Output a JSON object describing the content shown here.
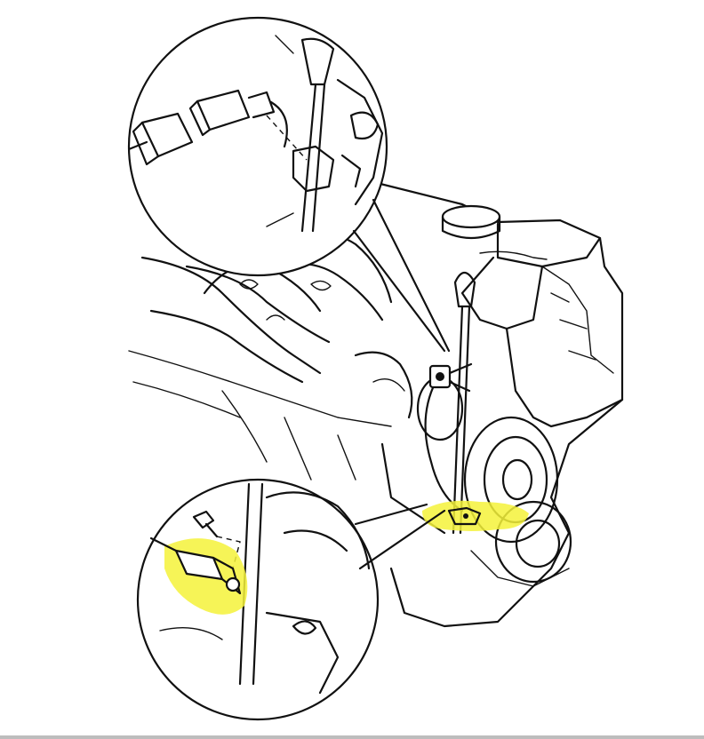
{
  "figure": {
    "kind": "engine-sensor-location-illustration",
    "colors": {
      "line": "#111111",
      "background": "#ffffff",
      "highlight": "#f4f23a"
    },
    "callouts": [
      "connector-detail",
      "sensor-detail"
    ],
    "highlighted_parts": [
      "sensor-on-block",
      "sensor-in-detail"
    ]
  }
}
